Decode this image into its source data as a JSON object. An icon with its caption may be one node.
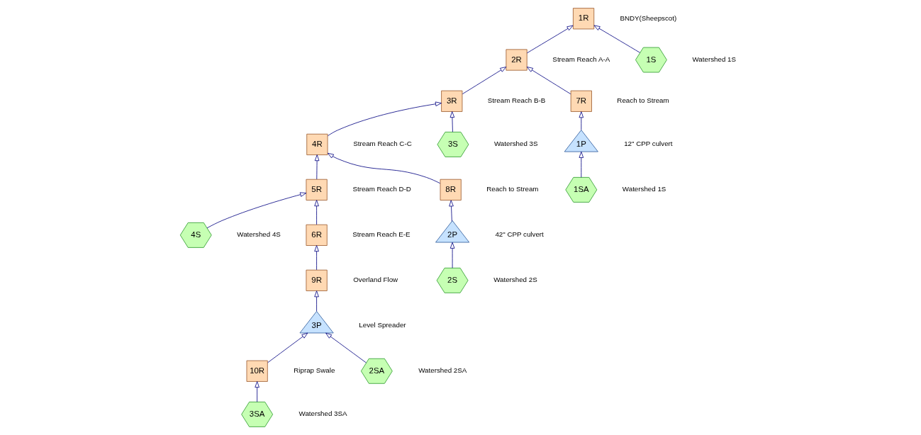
{
  "diagram": {
    "nodes": [
      {
        "text": [
          "1R"
        ],
        "beside": [
          "BNDY(Sheepscot)"
        ]
      },
      {
        "text": [
          "2R"
        ],
        "beside": [
          "Stream Reach A-A"
        ]
      },
      {
        "text": [
          "3R"
        ],
        "beside": [
          "Stream Reach B-B"
        ]
      },
      {
        "text": [
          "4R"
        ],
        "beside": [
          "Stream Reach C-C"
        ]
      },
      {
        "text": [
          "5R"
        ],
        "beside": [
          "Stream Reach D-D"
        ]
      },
      {
        "text": [
          "4S"
        ],
        "beside": [
          "Watershed 4S"
        ]
      },
      {
        "text": [
          "1S"
        ],
        "beside": [
          "Watershed 1S"
        ]
      },
      {
        "text": [
          "7R"
        ],
        "beside": [
          "Reach to Stream"
        ]
      },
      {
        "text": [
          "3S"
        ],
        "beside": [
          "Watershed 3S"
        ]
      },
      {
        "text": [
          "8R"
        ],
        "beside": [
          "Reach to Stream"
        ]
      },
      {
        "text": [
          "6R"
        ],
        "beside": [
          "Stream Reach E-E"
        ]
      },
      {
        "text": [
          "9R"
        ],
        "beside": [
          "Overland Flow"
        ]
      },
      {
        "text": [
          "1P"
        ],
        "beside": [
          "12\" CPP culvert"
        ]
      },
      {
        "text": [
          "2P"
        ],
        "beside": [
          "42\" CPP culvert"
        ]
      },
      {
        "text": [
          "3SA"
        ],
        "beside": [
          "Watershed 3SA"
        ]
      },
      {
        "text": [
          "10R"
        ],
        "beside": [
          "Riprap Swale"
        ]
      },
      {
        "text": [
          "3P"
        ],
        "beside": [
          "Level Spreader"
        ]
      },
      {
        "text": [
          "1SA"
        ],
        "beside": [
          "Watershed 1S"
        ]
      },
      {
        "text": [
          "2S"
        ],
        "beside": [
          "Watershed 2S"
        ]
      },
      {
        "text": [
          "2SA"
        ],
        "beside": [
          "Watershed 2SA"
        ]
      }
    ],
    "edges": [
      {
        "from": 1,
        "to": 0,
        "arrow": "to"
      },
      {
        "from": 2,
        "to": 1,
        "arrow": "to"
      },
      {
        "from": 3,
        "to": 2,
        "arrow": "to"
      },
      {
        "from": 4,
        "to": 3,
        "arrow": "to"
      },
      {
        "from": 5,
        "to": 4,
        "arrow": "to"
      },
      {
        "from": 10,
        "to": 4,
        "arrow": "to"
      },
      {
        "from": 6,
        "to": 0,
        "arrow": "to"
      },
      {
        "from": 7,
        "to": 1,
        "arrow": "to"
      },
      {
        "from": 8,
        "to": 2,
        "arrow": "to"
      },
      {
        "from": 9,
        "to": 3,
        "arrow": "to"
      },
      {
        "from": 12,
        "to": 7,
        "arrow": "to"
      },
      {
        "from": 13,
        "to": 9,
        "arrow": "to"
      },
      {
        "from": 17,
        "to": 12,
        "arrow": "to"
      },
      {
        "from": 18,
        "to": 13,
        "arrow": "to"
      },
      {
        "from": 14,
        "to": 15,
        "arrow": "to"
      },
      {
        "from": 15,
        "to": 16,
        "arrow": "to"
      },
      {
        "from": 19,
        "to": 16,
        "arrow": "to"
      },
      {
        "from": 16,
        "to": 11,
        "arrow": "to"
      },
      {
        "from": 11,
        "to": 10,
        "arrow": "to"
      }
    ]
  }
}
